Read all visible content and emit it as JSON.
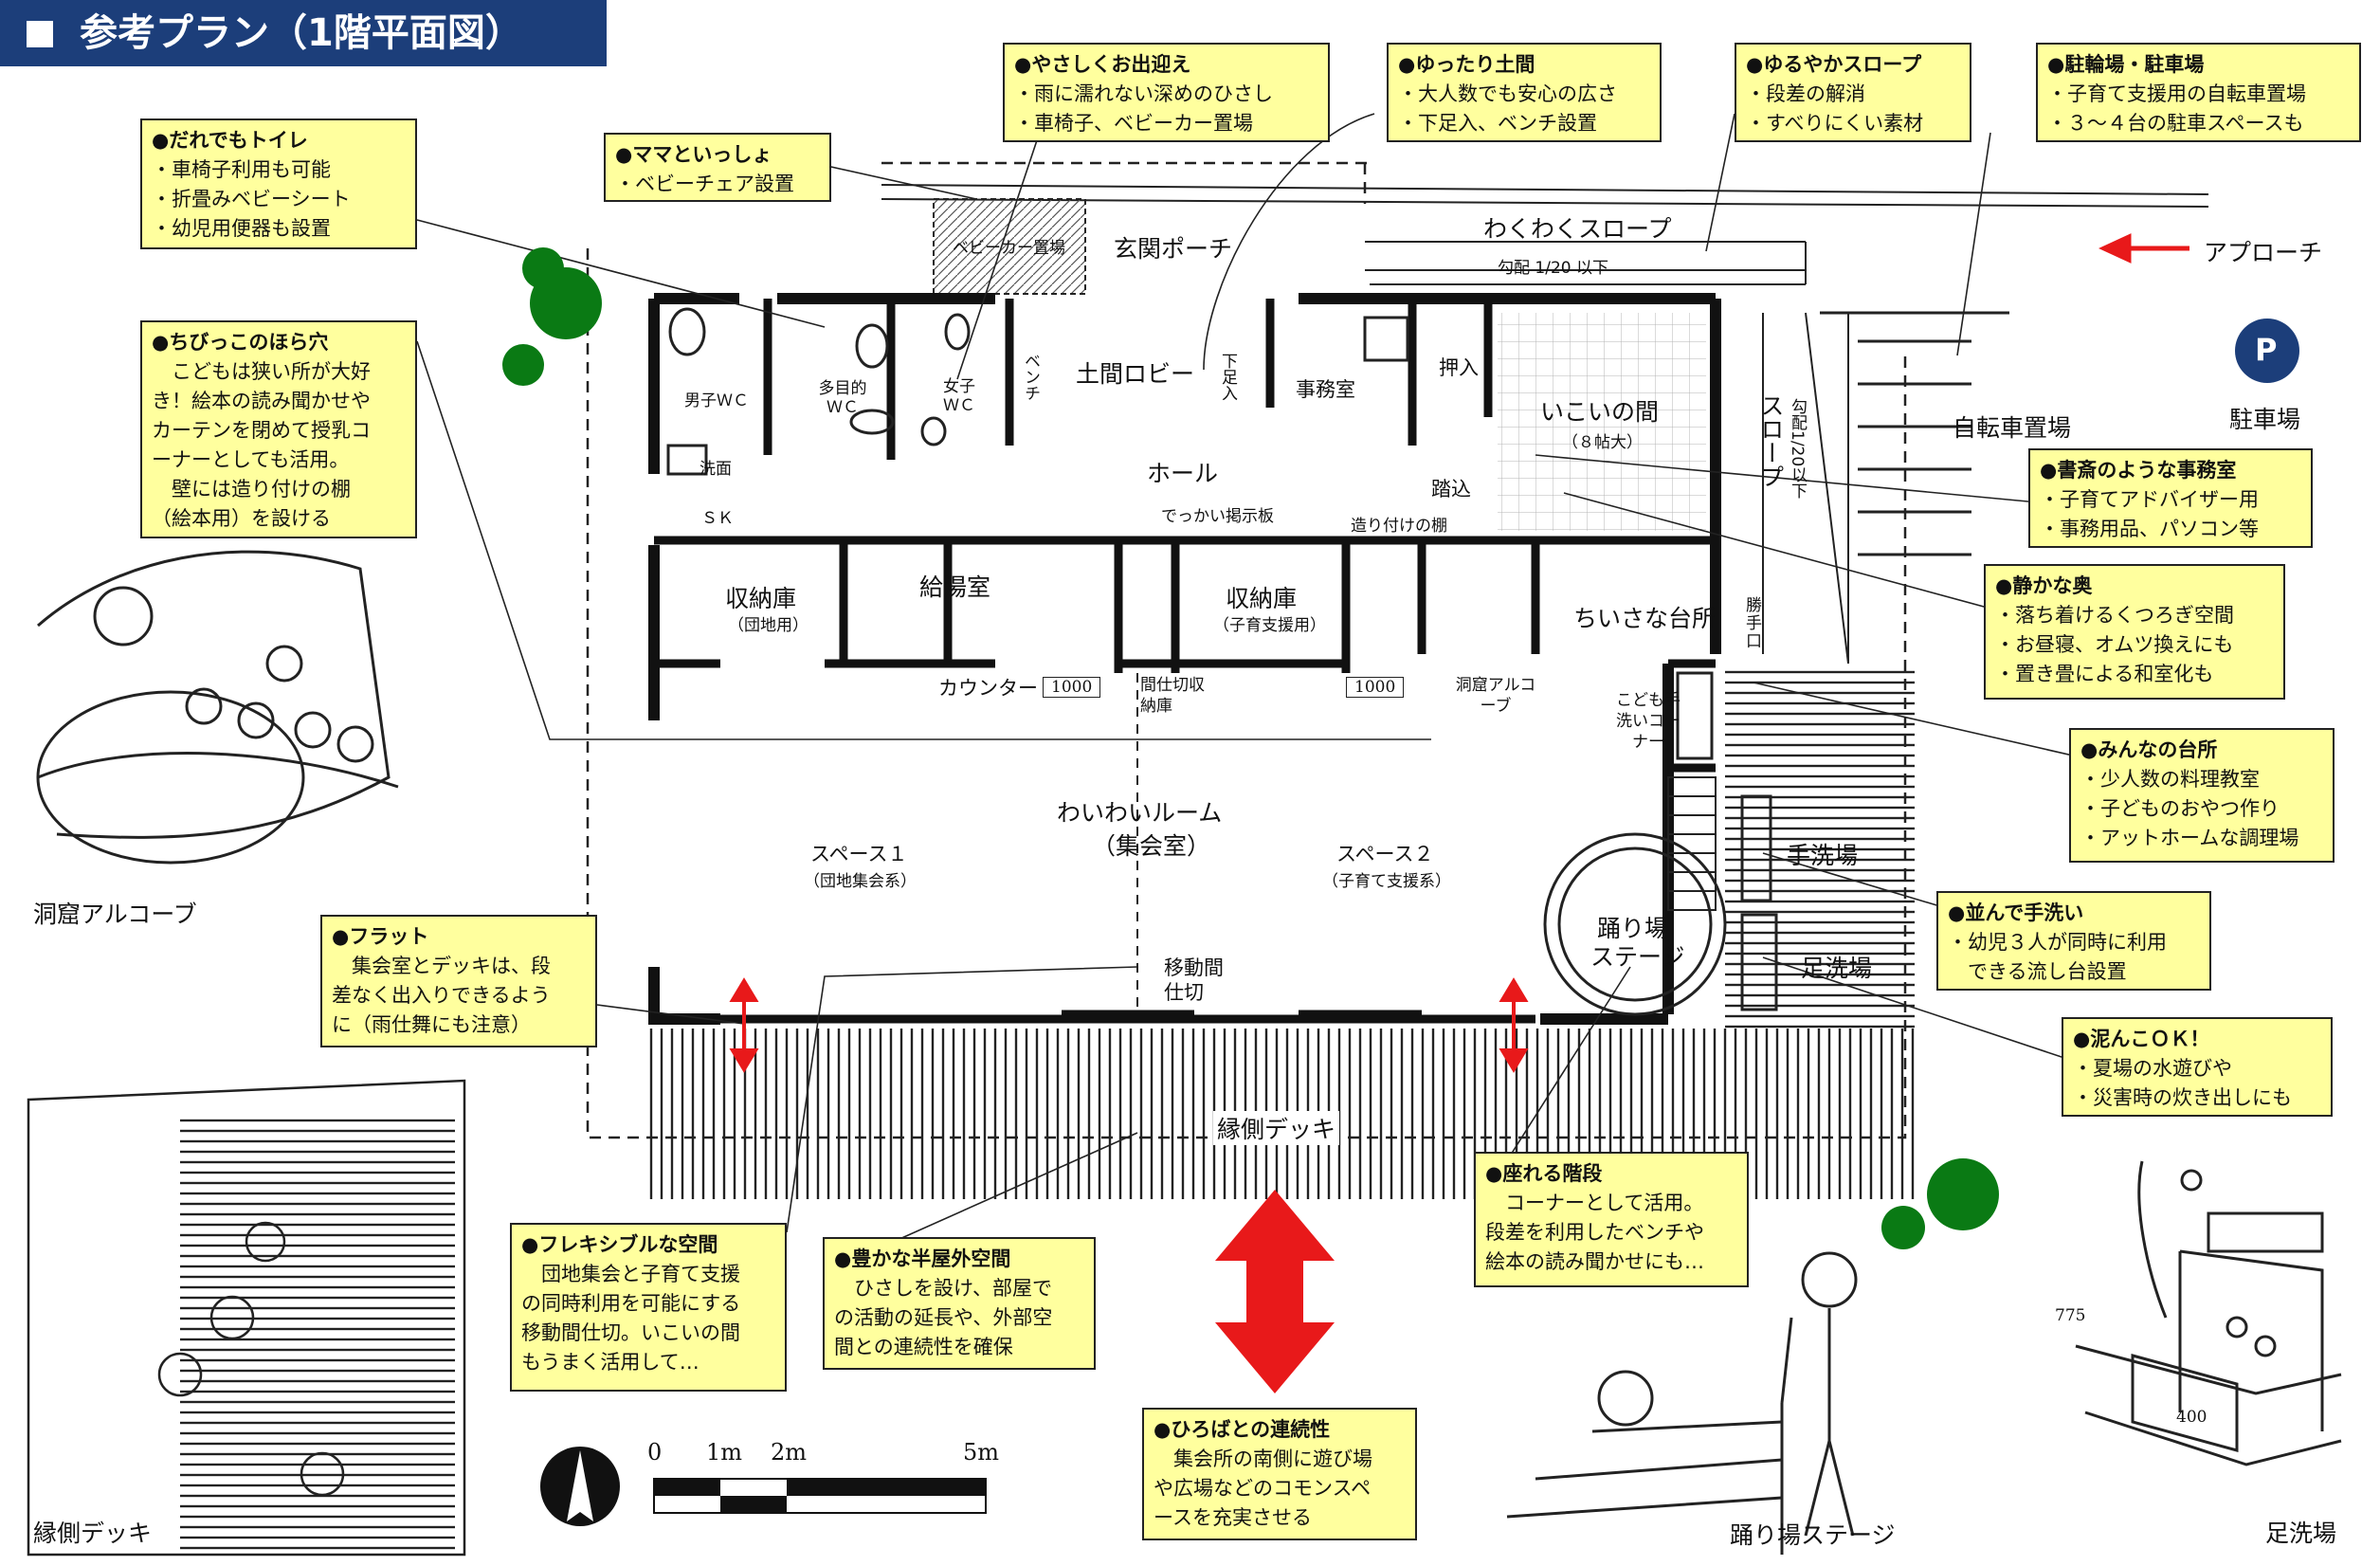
{
  "header": {
    "title": "参考プラン（1階平面図）"
  },
  "callouts": [
    {
      "title": "●やさしくお出迎え",
      "lines": [
        "・雨に濡れない深めのひさし",
        "・車椅子、ベビーカー置場"
      ]
    },
    {
      "title": "●ゆったり土間",
      "lines": [
        "・大人数でも安心の広さ",
        "・下足入、ベンチ設置"
      ]
    },
    {
      "title": "●ゆるやかスロープ",
      "lines": [
        "・段差の解消",
        "・すべりにくい素材"
      ]
    },
    {
      "title": "●駐輪場・駐車場",
      "lines": [
        "・子育て支援用の自転車置場",
        "・３～４台の駐車スペースも"
      ]
    },
    {
      "title": "●ママといっしょ",
      "lines": [
        "・ベビーチェア設置"
      ]
    },
    {
      "title": "●だれでもトイレ",
      "lines": [
        "・車椅子利用も可能",
        "・折畳みベビーシート",
        "・幼児用便器も設置"
      ]
    },
    {
      "title": "●ちびっこのほら穴",
      "lines": [
        "　こどもは狭い所が大好",
        "き！絵本の読み聞かせや",
        "カーテンを閉めて授乳コ",
        "ーナーとしても活用。",
        "　壁には造り付けの棚",
        "（絵本用）を設ける"
      ]
    },
    {
      "title": "●書斎のような事務室",
      "lines": [
        "・子育てアドバイザー用",
        "・事務用品、パソコン等"
      ]
    },
    {
      "title": "●静かな奥",
      "lines": [
        "・落ち着けるくつろぎ空間",
        "・お昼寝、オムツ換えにも",
        "・置き畳による和室化も"
      ]
    },
    {
      "title": "●みんなの台所",
      "lines": [
        "・少人数の料理教室",
        "・子どものおやつ作り",
        "・アットホームな調理場"
      ]
    },
    {
      "title": "●並んで手洗い",
      "lines": [
        "・幼児３人が同時に利用",
        "　できる流し台設置"
      ]
    },
    {
      "title": "●泥んこＯＫ！",
      "lines": [
        "・夏場の水遊びや",
        "・災害時の炊き出しにも"
      ]
    },
    {
      "title": "●フラット",
      "lines": [
        "　集会室とデッキは、段",
        "差なく出入りできるよう",
        "に（雨仕舞にも注意）"
      ]
    },
    {
      "title": "●座れる階段",
      "lines": [
        "　コーナーとして活用。",
        "段差を利用したベンチや",
        "絵本の読み聞かせにも…"
      ]
    },
    {
      "title": "●フレキシブルな空間",
      "lines": [
        "　団地集会と子育て支援",
        "の同時利用を可能にする",
        "移動間仕切。いこいの間",
        "もうまく活用して…"
      ]
    },
    {
      "title": "●豊かな半屋外空間",
      "lines": [
        "　ひさしを設け、部屋で",
        "の活動の延長や、外部空",
        "間との連続性を確保"
      ]
    },
    {
      "title": "●ひろばとの連続性",
      "lines": [
        "　集会所の南側に遊び場",
        "や広場などのコモンスペ",
        "ースを充実させる"
      ]
    }
  ],
  "plan_labels": {
    "stroller": "ベビーカー置場",
    "entrance_porch": "玄関ポーチ",
    "slope": "わくわくスロープ",
    "slope_grade": "勾配 1/20 以下",
    "approach": "アプローチ",
    "parking_p": "P",
    "parking": "駐車場",
    "bicycle": "自転車置場",
    "side_slope": "スロープ",
    "side_slope_grade": "勾配1/20以下",
    "men_wc": "男子ＷＣ",
    "multi_wc": "多目的ＷＣ",
    "women_wc": "女子ＷＣ",
    "bench": "ベンチ",
    "doma_lobby": "土間ロビー",
    "shoe_box": "下足入",
    "office": "事務室",
    "closet": "押入",
    "ikoi": "いこいの間",
    "ikoi_size": "（８帖大）",
    "senmen": "洗面",
    "sk": "ＳＫ",
    "hall": "ホール",
    "board": "でっかい掲示板",
    "step": "踏込",
    "shelf": "造り付けの棚",
    "storage1": "収納庫",
    "storage1_sub": "（団地用）",
    "kyuto": "給湯室",
    "storage2": "収納庫",
    "storage2_sub": "（子育支援用）",
    "small_kitchen": "ちいさな台所",
    "back_door": "勝手口",
    "counter": "カウンター",
    "counter_w1": "1000",
    "partition_storage": "間仕切収納庫",
    "counter_w2": "1000",
    "cave": "洞窟アルコーブ",
    "kids_wash": "こども手洗いコーナー",
    "waiwai": "わいわいルーム",
    "waiwai_sub": "（集会室）",
    "space1": "スペース１",
    "space1_sub": "（団地集会系）",
    "space2": "スペース２",
    "space2_sub": "（子育て支援系）",
    "handwash": "手洗場",
    "landing": "踊り場",
    "stage": "ステージ",
    "footwash": "足洗場",
    "moving_partition": "移動間仕切",
    "engawa": "縁側デッキ"
  },
  "sketch_labels": {
    "cave_sketch": "洞窟アルコーブ",
    "deck_sketch": "縁側デッキ",
    "stage_sketch": "踊り場ステージ",
    "footwash_sketch": "足洗場",
    "dim_775": "775",
    "dim_400": "400"
  },
  "scale": {
    "s0": "0",
    "s1": "1m",
    "s2": "2m",
    "s5": "5m"
  },
  "colors": {
    "header_bg": "#1c3e7a",
    "callout_bg": "#ffff9e",
    "arrow_red": "#e8191a",
    "tree_green": "#0a7a14",
    "parking_circle": "#1c3e7a"
  }
}
